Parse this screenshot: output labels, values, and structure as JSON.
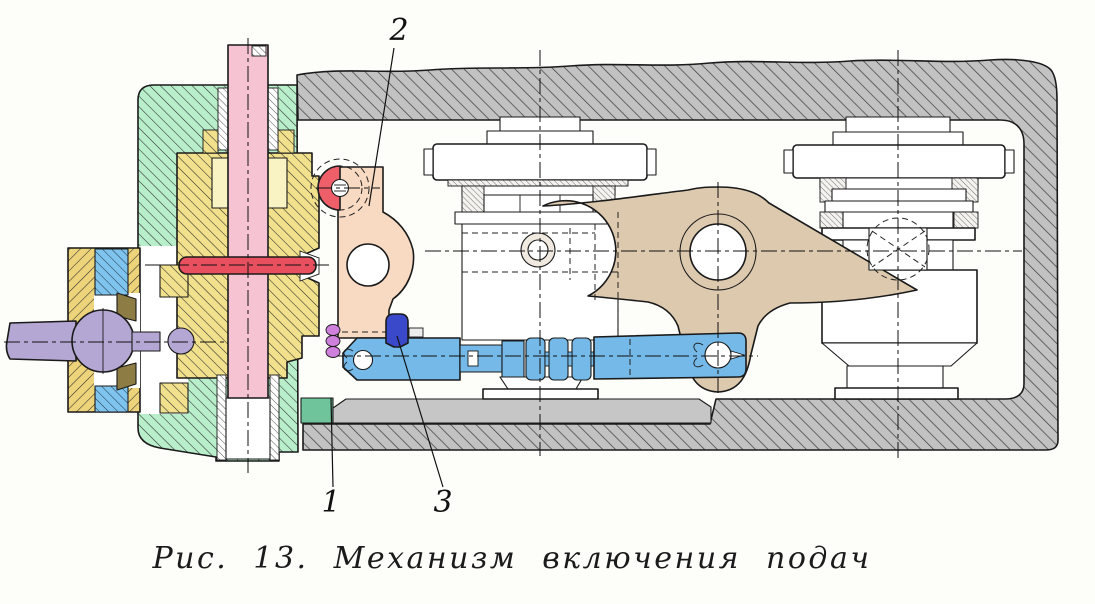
{
  "figure": {
    "caption": "Рис. 13. Механизм включения подач",
    "labels": [
      {
        "id": "1",
        "text": "1",
        "target": "tumbler-plate"
      },
      {
        "id": "2",
        "text": "2",
        "target": "roller-engagement-lever"
      },
      {
        "id": "3",
        "text": "3",
        "target": "slide-block"
      }
    ],
    "parts": [
      {
        "name": "housing-walls",
        "color": "#c2c2c2"
      },
      {
        "name": "gearbox-cover",
        "color": "#b9eecb"
      },
      {
        "name": "gear-sleeve-block",
        "color": "#f2e18c"
      },
      {
        "name": "inner-sleeve",
        "color": "#f9f3c4"
      },
      {
        "name": "vertical-shaft",
        "color": "#f6c3d3"
      },
      {
        "name": "cross-pin",
        "color": "#e8505f"
      },
      {
        "name": "roller",
        "color": "#ee5f6a"
      },
      {
        "name": "engagement-lever",
        "color": "#f8d9c2"
      },
      {
        "name": "slide-block",
        "color": "#3a49c9"
      },
      {
        "name": "connecting-rod",
        "color": "#74b9e8"
      },
      {
        "name": "rocker-arm",
        "color": "#dcc9ae"
      },
      {
        "name": "ball-handle",
        "color": "#b5a7d3"
      },
      {
        "name": "bushing",
        "color": "#7fc4ee"
      },
      {
        "name": "side-bracket",
        "color": "#edd37a"
      },
      {
        "name": "wedge",
        "color": "#8d7d45"
      },
      {
        "name": "tumbler-plate",
        "color": "#6fc49c"
      },
      {
        "name": "base-plate",
        "color": "#c6c6c6"
      },
      {
        "name": "fastener-pins",
        "color": "#cf7fdc"
      }
    ]
  }
}
